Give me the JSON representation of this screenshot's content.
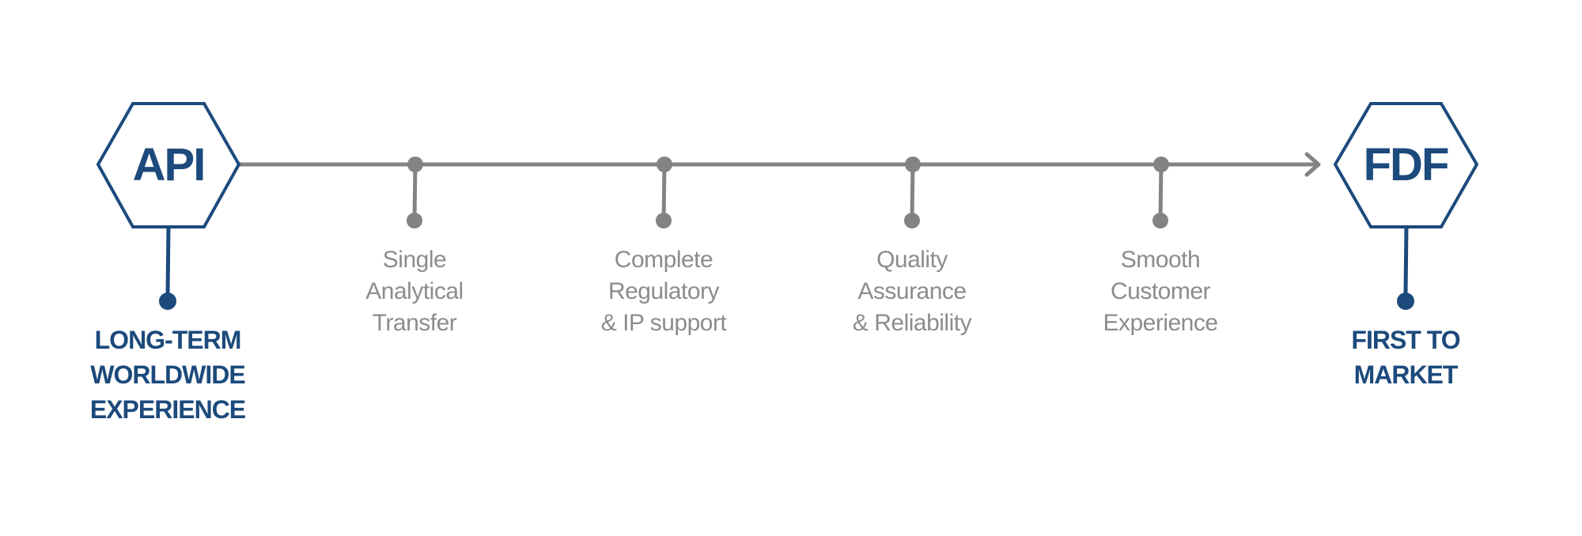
{
  "colors": {
    "navy": "#1c4a7c",
    "gray": "#838383",
    "milestone_text": "#8c8c8c",
    "background": "#ffffff"
  },
  "start": {
    "label": "API",
    "caption": [
      "LONG-TERM",
      "WORLDWIDE",
      "EXPERIENCE"
    ]
  },
  "end": {
    "label": "FDF",
    "caption": [
      "FIRST TO",
      "MARKET"
    ]
  },
  "milestones": [
    {
      "lines": [
        "Single",
        "Analytical",
        "Transfer"
      ]
    },
    {
      "lines": [
        "Complete",
        "Regulatory",
        "& IP support"
      ]
    },
    {
      "lines": [
        "Quality",
        "Assurance",
        "& Reliability"
      ]
    },
    {
      "lines": [
        "Smooth",
        "Customer",
        "Experience"
      ]
    }
  ],
  "icons": {
    "timeline_arrow": "arrow-right-icon",
    "hexagon": "hexagon-icon"
  }
}
